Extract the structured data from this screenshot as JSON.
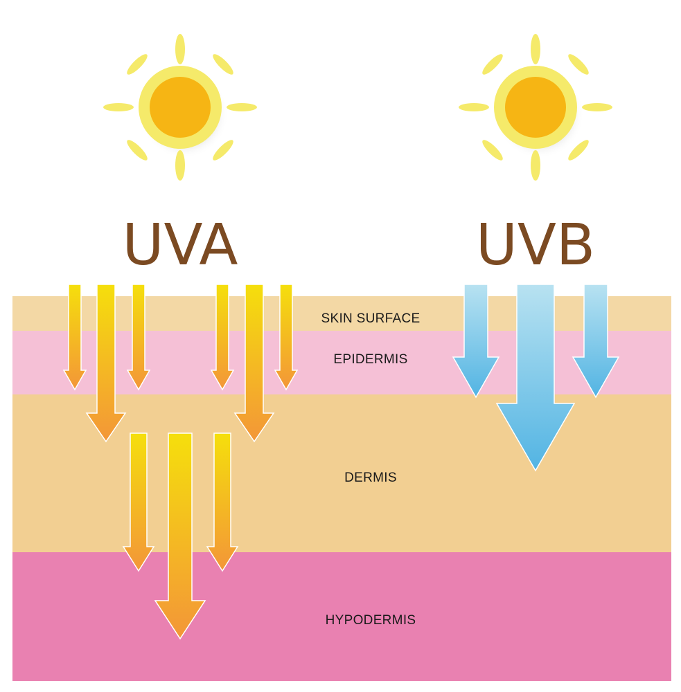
{
  "colors": {
    "skin_surface": "#f3d8a5",
    "epidermis": "#f5c0d6",
    "dermis": "#f2cf92",
    "hypodermis": "#e981b1",
    "sun_outer": "#f5ea6a",
    "sun_inner": "#f6b514",
    "sun_rays": "#f5ea6a",
    "uva_arrow_top": "#f5df0c",
    "uva_arrow_bottom": "#f39638",
    "uvb_arrow_top": "#b8e2f1",
    "uvb_arrow_bottom": "#52b4e3",
    "heading_text": "#7b4a22",
    "label_text": "#1a1a1a"
  },
  "headings": {
    "uva": "UVA",
    "uvb": "UVB"
  },
  "layers": {
    "skin_surface": "SKIN SURFACE",
    "epidermis": "EPIDERMIS",
    "dermis": "DERMIS",
    "hypodermis": "HYPODERMIS"
  },
  "icons": {
    "uva_sun": "sun-icon",
    "uvb_sun": "sun-icon",
    "arrow": "down-arrow-icon"
  }
}
